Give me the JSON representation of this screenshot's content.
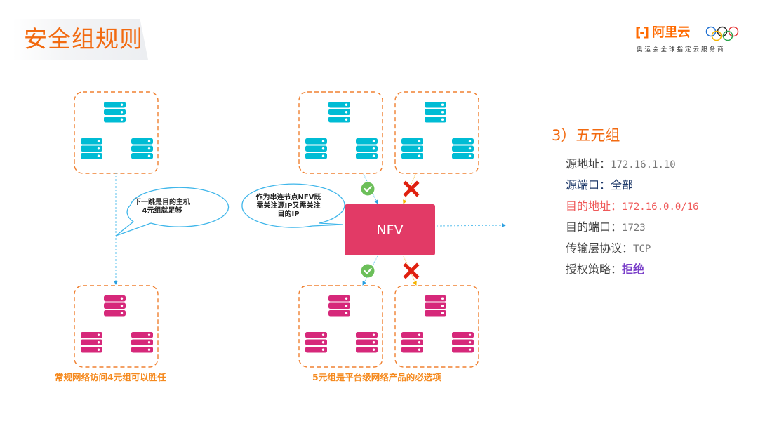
{
  "header": {
    "title": "安全组规则",
    "logo": {
      "bracket": "[-]",
      "brand": "阿里云",
      "subtitle": "奥运会全球指定云服务商"
    }
  },
  "colors": {
    "accent": "#f26a10",
    "server_top": "#00bcd4",
    "server_bottom": "#d6287a",
    "group_border": "#f08030",
    "nfv": "#e23a66",
    "allow": "#6cbf5a",
    "deny": "#e0200f"
  },
  "diagram": {
    "left": {
      "bubble": [
        "下一跳是目的主机",
        "4元组就足够"
      ],
      "caption": "常规网络访问4元组可以胜任"
    },
    "middle": {
      "bubble": [
        "作为串连节点NFV既",
        "需关注源IP又需关注",
        "目的IP"
      ],
      "nfv_label": "NFV",
      "caption": "5元组是平台级网络产品的必选项",
      "flows": [
        {
          "position": "top-left",
          "status": "allow"
        },
        {
          "position": "top-right",
          "status": "deny"
        },
        {
          "position": "bottom-left",
          "status": "allow"
        },
        {
          "position": "bottom-right",
          "status": "deny"
        }
      ]
    }
  },
  "rules": {
    "title": "3）五元组",
    "items": [
      {
        "label": "源地址：",
        "value": "172.16.1.10",
        "style": "normal"
      },
      {
        "label": "源端口：",
        "value": "全部",
        "style": "blue"
      },
      {
        "label": "目的地址：",
        "value": "172.16.0.0/16",
        "style": "red"
      },
      {
        "label": "目的端口：",
        "value": "1723",
        "style": "normal"
      },
      {
        "label": "传输层协议：",
        "value": "TCP",
        "style": "normal"
      },
      {
        "label": "授权策略：",
        "value": "拒绝",
        "style": "purple"
      }
    ]
  }
}
